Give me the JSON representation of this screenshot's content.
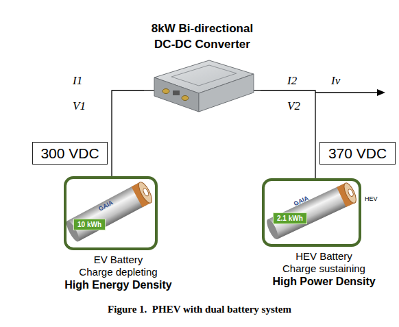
{
  "diagram": {
    "caption": "Figure 1.  PHEV with dual battery system",
    "nodes": [
      {
        "text": [
          "8kW Bi-directional DC-DC Converter"
        ]
      },
      {
        "text": [
          "300 VDC"
        ]
      },
      {
        "text": [
          "EV Battery",
          "Charge depleting",
          "High Energy Density"
        ]
      },
      {
        "text": [
          "370 VDC"
        ]
      },
      {
        "text": [
          "HEV Battery",
          "Charge sustaining",
          "High Power Density"
        ]
      }
    ],
    "edges": [
      {
        "from": 0,
        "to": 2,
        "arrow": "none"
      },
      {
        "from": 0,
        "to": 4,
        "arrow": "none"
      }
    ],
    "labels": [
      "I1",
      "V1",
      "I2",
      "V2",
      "Iv",
      "GAIA",
      "10 kWh",
      "GAIA",
      "2.1 kWh",
      "HEV"
    ]
  }
}
